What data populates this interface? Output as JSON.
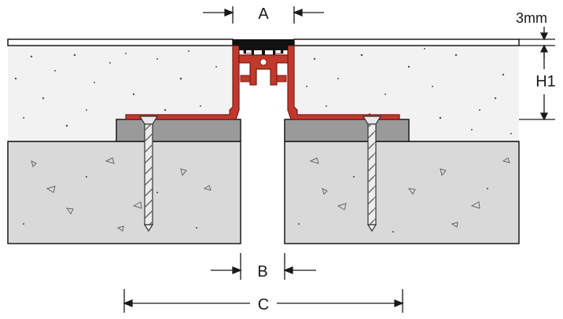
{
  "labels": {
    "gap_top": "A",
    "gap_bottom": "B",
    "overall_width": "C",
    "cover_thickness": "3mm",
    "profile_height": "H1"
  },
  "colors": {
    "profile": "#c0392b",
    "profile_dark": "#7a1a14",
    "insert": "#111111",
    "screed": "#f2f2f2",
    "substrate": "#d9d9d9",
    "bedding": "#9a9a9a",
    "floor_cover": "#ffffff",
    "line": "#1a1a1a"
  },
  "icons": [
    "countersunk-screw-icon",
    "countersunk-screw-icon"
  ]
}
